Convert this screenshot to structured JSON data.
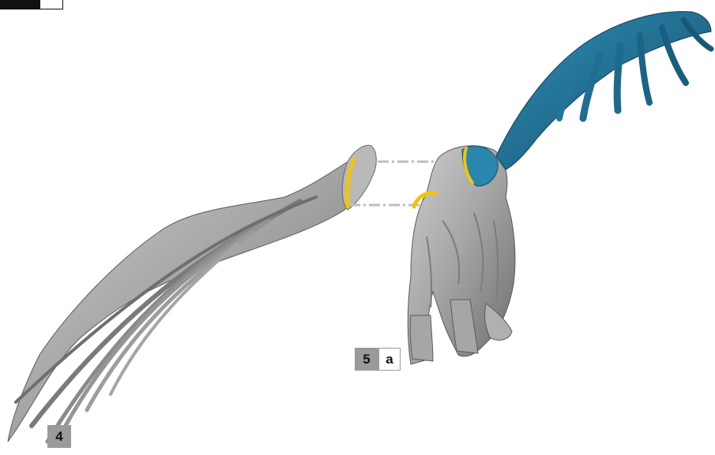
{
  "figure": {
    "labels": {
      "part_4": {
        "number": "4"
      },
      "part_5a": {
        "number": "5",
        "letter": "a"
      }
    },
    "colors": {
      "mesh_gray": "#a9a9a9",
      "mesh_shadow": "#6e6e6e",
      "wing_blue": "#1f6f94",
      "joint_yellow": "#f2c40a",
      "arrow_line": "#bdbdbd",
      "label_gray": "#9a9a9a"
    }
  }
}
